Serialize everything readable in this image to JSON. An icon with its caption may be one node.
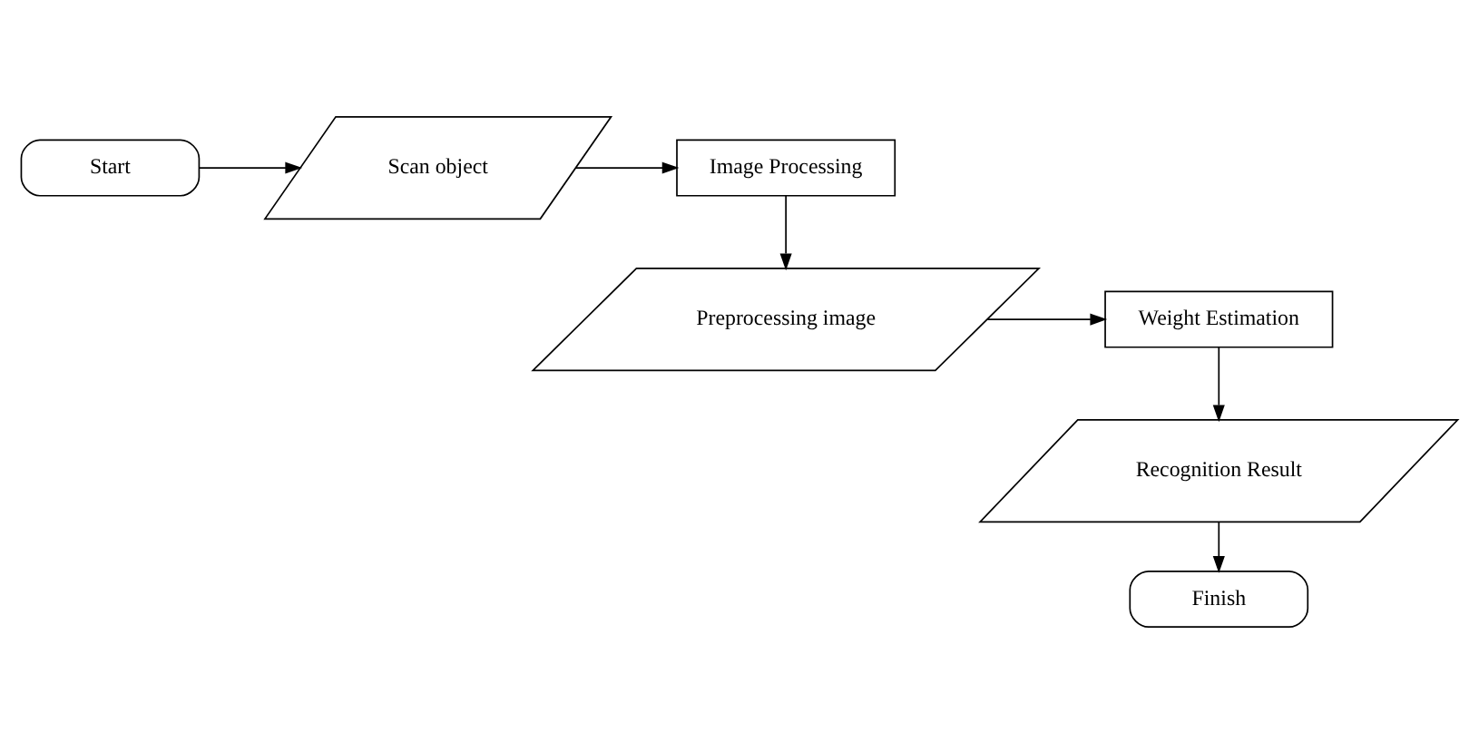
{
  "diagram": {
    "nodes": [
      {
        "text": [
          "Start"
        ]
      },
      {
        "text": [
          "Scan object"
        ]
      },
      {
        "text": [
          "Image Processing"
        ]
      },
      {
        "text": [
          "Preprocessing image"
        ]
      },
      {
        "text": [
          "Weight Estimation"
        ]
      },
      {
        "text": [
          "Recognition Result"
        ]
      },
      {
        "text": [
          "Finish"
        ]
      }
    ],
    "edges": [
      {
        "from": 0,
        "to": 1,
        "arrow": "to"
      },
      {
        "from": 1,
        "to": 2,
        "arrow": "to"
      },
      {
        "from": 2,
        "to": 3,
        "arrow": "to"
      },
      {
        "from": 3,
        "to": 4,
        "arrow": "to"
      },
      {
        "from": 4,
        "to": 5,
        "arrow": "to"
      },
      {
        "from": 5,
        "to": 6,
        "arrow": "to"
      }
    ]
  }
}
